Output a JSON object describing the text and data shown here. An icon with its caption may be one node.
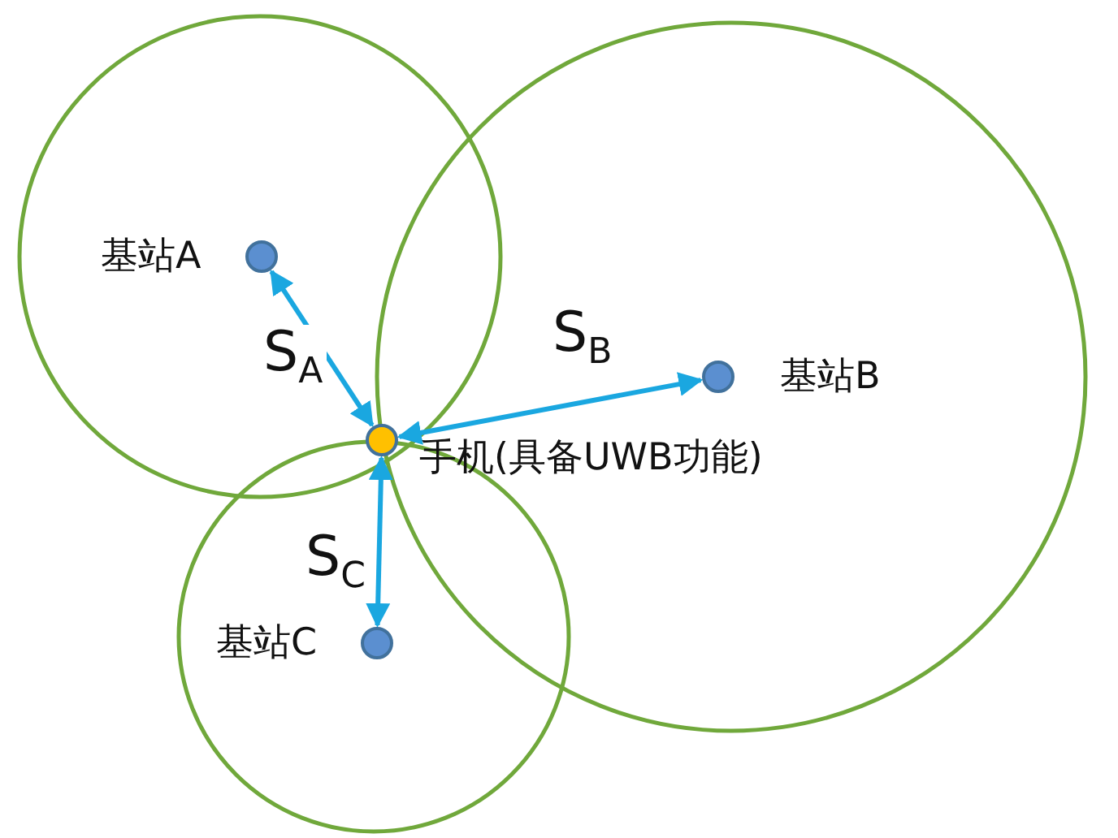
{
  "diagram": {
    "nodes": [
      {
        "text": [],
        "shape": "circle",
        "beside": [
          "基站A"
        ]
      },
      {
        "text": [],
        "shape": "circle",
        "beside": [
          "基站B"
        ]
      },
      {
        "text": [],
        "shape": "circle",
        "beside": [
          "手机(具备UWB功能)"
        ]
      },
      {
        "text": [],
        "shape": "circle",
        "beside": [
          "基站C"
        ]
      }
    ],
    "edges": [
      {
        "from": 2,
        "to": 0,
        "arrow": "both",
        "label": "S$_{A}$"
      },
      {
        "from": 2,
        "to": 1,
        "arrow": "both",
        "label": "S$_{B}$"
      },
      {
        "from": 2,
        "to": 3,
        "arrow": "both",
        "label": "S$_{C}$"
      }
    ]
  }
}
